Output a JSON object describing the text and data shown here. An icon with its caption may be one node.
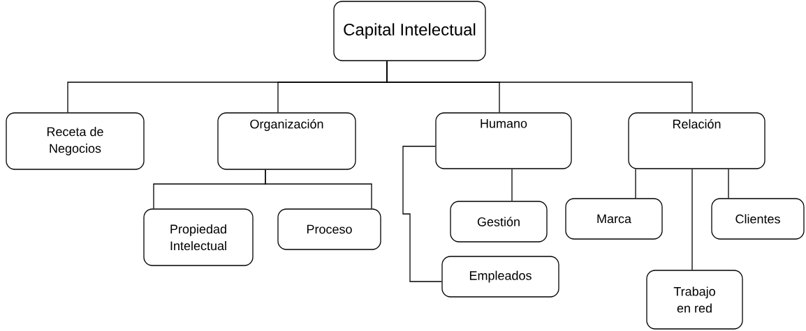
{
  "diagram": {
    "nodes": [
      {
        "text": [
          "Capital Intelectual"
        ]
      },
      {
        "text": [
          "Receta de Negocios"
        ]
      },
      {
        "text": [
          "Organización"
        ]
      },
      {
        "text": [
          "Humano"
        ]
      },
      {
        "text": [
          "Relación"
        ]
      },
      {
        "text": [
          "Propiedad Intelectual"
        ]
      },
      {
        "text": [
          "Proceso"
        ]
      },
      {
        "text": [
          "Gestión"
        ]
      },
      {
        "text": [
          "Marca"
        ]
      },
      {
        "text": [
          "Clientes"
        ]
      },
      {
        "text": [
          "Empleados"
        ]
      },
      {
        "text": [
          "Trabajo en red"
        ]
      }
    ],
    "edges": [
      {
        "from": 0,
        "to": 1,
        "arrow": "none"
      },
      {
        "from": 0,
        "to": 2,
        "arrow": "none"
      },
      {
        "from": 0,
        "to": 3,
        "arrow": "none"
      },
      {
        "from": 0,
        "to": 4,
        "arrow": "none"
      },
      {
        "from": 2,
        "to": 5,
        "arrow": "none"
      },
      {
        "from": 2,
        "to": 6,
        "arrow": "none"
      },
      {
        "from": 3,
        "to": 7,
        "arrow": "none"
      },
      {
        "from": 3,
        "to": 10,
        "arrow": "none"
      },
      {
        "from": 4,
        "to": 8,
        "arrow": "none"
      },
      {
        "from": 4,
        "to": 11,
        "arrow": "none"
      },
      {
        "from": 4,
        "to": 9,
        "arrow": "none"
      }
    ]
  }
}
